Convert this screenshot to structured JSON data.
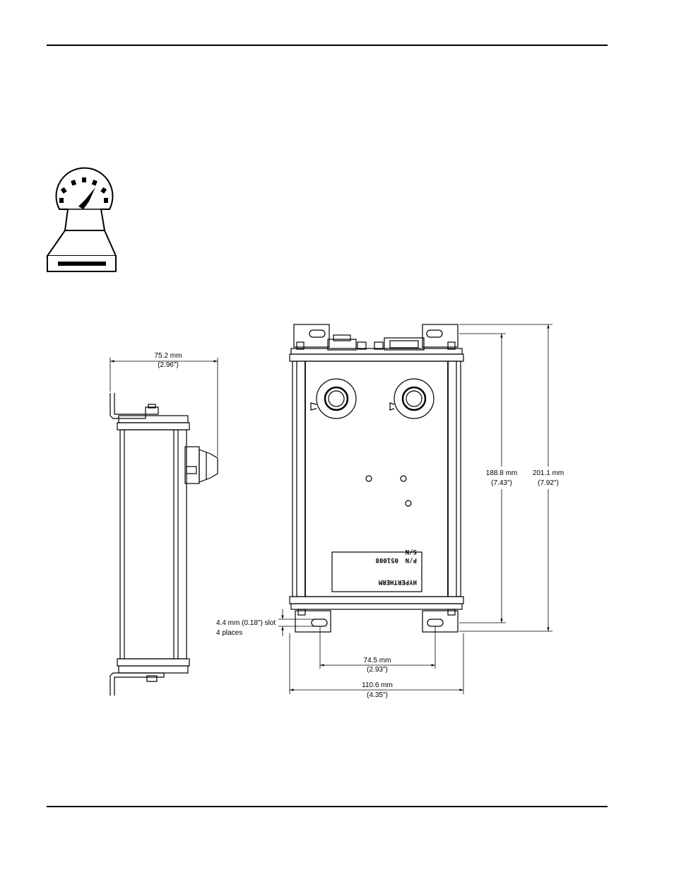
{
  "icon": "pressure-gauge-scale-icon",
  "side_view": {
    "width_mm": "75.2 mm",
    "width_in": "(2.96\")"
  },
  "front_view": {
    "inner_height_mm": "188.8 mm",
    "inner_height_in": "(7.43\")",
    "overall_height_mm": "201.1 mm",
    "overall_height_in": "(7.92\")",
    "slot_line1": "4.4 mm (0.18\") slot",
    "slot_line2": "4 places",
    "slot_spacing_mm": "74.5 mm",
    "slot_spacing_in": "(2.93\")",
    "overall_width_mm": "110.6 mm",
    "overall_width_in": "(4.35\")"
  },
  "label_plate": {
    "brand": "HYPERTHERM",
    "pn_prefix": "P/N",
    "pn_value": "051008",
    "sn_prefix": "S/N"
  }
}
